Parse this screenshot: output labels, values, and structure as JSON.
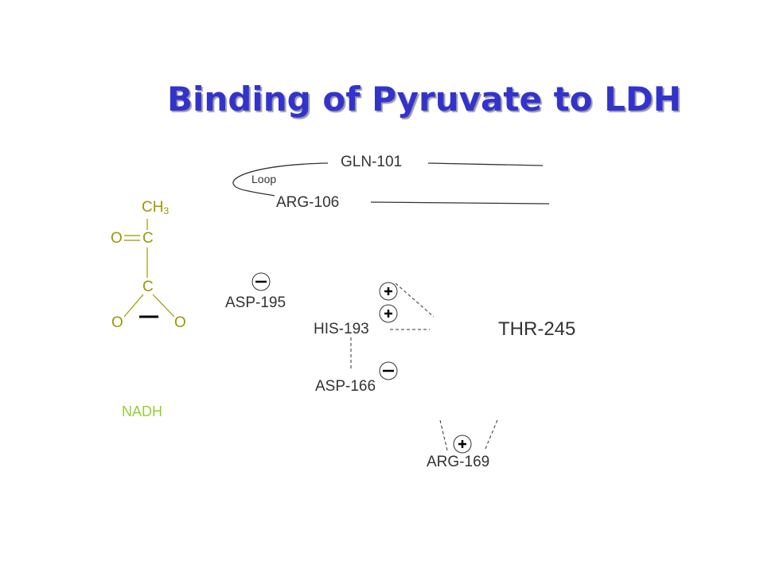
{
  "title": "Binding of Pyruvate to LDH",
  "loop_label": "Loop",
  "residues": {
    "gln101": "GLN-101",
    "arg106": "ARG-106",
    "asp195": "ASP-195",
    "his193": "HIS-193",
    "thr245": "THR-245",
    "asp166": "ASP-166",
    "arg169": "ARG-169"
  },
  "pyruvate": {
    "ch3": "CH",
    "ch3_sub": "3",
    "carbonyl_c": "C",
    "carbonyl_o": "O",
    "carboxyl_c": "C",
    "carboxyl_o_left": "O",
    "carboxyl_o_right": "O"
  },
  "cofactor": "NADH",
  "charges": {
    "positive": "+",
    "negative": "–"
  },
  "colors": {
    "title": "#3333cc",
    "label": "#333333",
    "molecule": "#999900",
    "nadh": "#99cc33"
  }
}
